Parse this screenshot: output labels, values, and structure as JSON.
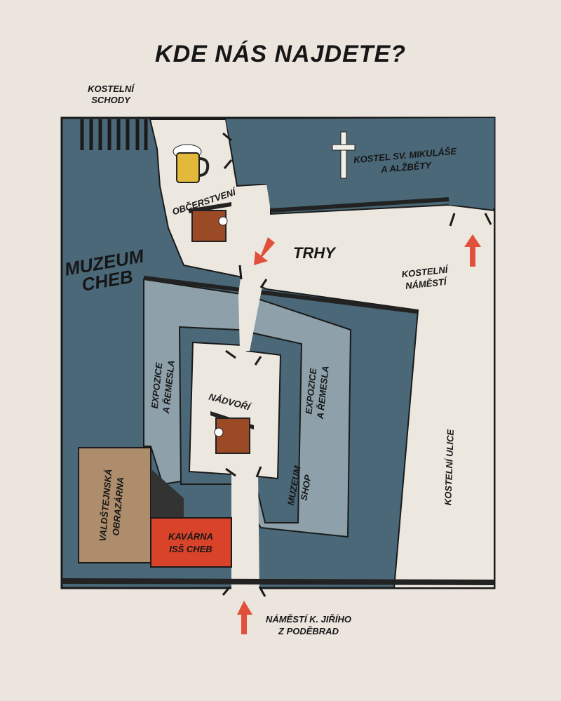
{
  "title": "KDE NÁS NAJDETE?",
  "colors": {
    "background": "#ebe5dd",
    "building": "#4a6878",
    "exhibition": "#8ea1aa",
    "path": "#ece7df",
    "gallery": "#ae8d6c",
    "cafe": "#d8432a",
    "arrow": "#e0503a",
    "beer": "#e2b93a"
  },
  "labels": {
    "kostelni_schody": [
      "KOSTELNÍ",
      "SCHODY"
    ],
    "kostel": [
      "KOSTEL SV. MIKULÁŠE",
      "A ALŽBĚTY"
    ],
    "obcerstveni": "OBČERSTVENÍ",
    "trhy": "TRHY",
    "muzeum": [
      "MUZEUM",
      "CHEB"
    ],
    "kostelni_namesti": [
      "KOSTELNÍ",
      "NÁMĚSTÍ"
    ],
    "expozice_left": [
      "EXPOZICE",
      "A ŘEMESLA"
    ],
    "expozice_right": [
      "EXPOZICE",
      "A ŘEMESLA"
    ],
    "nadvori": "NÁDVOŘÍ",
    "muzeum_shop": [
      "MUZEUM",
      "SHOP"
    ],
    "kostelni_ulice": "KOSTELNÍ ULICE",
    "obrazarna": [
      "VALDŠTEJNSKÁ",
      "OBRAZÁRNA"
    ],
    "kavarna": [
      "KAVÁRNA",
      "ISŠ CHEB"
    ],
    "namesti_jiriho": [
      "NÁMĚSTÍ K. JIŘÍHO",
      "Z PODĚBRAD"
    ]
  },
  "icons": [
    "beer-mug-icon",
    "church-cross-icon",
    "market-stall-icon",
    "entrance-arrow-icon"
  ]
}
